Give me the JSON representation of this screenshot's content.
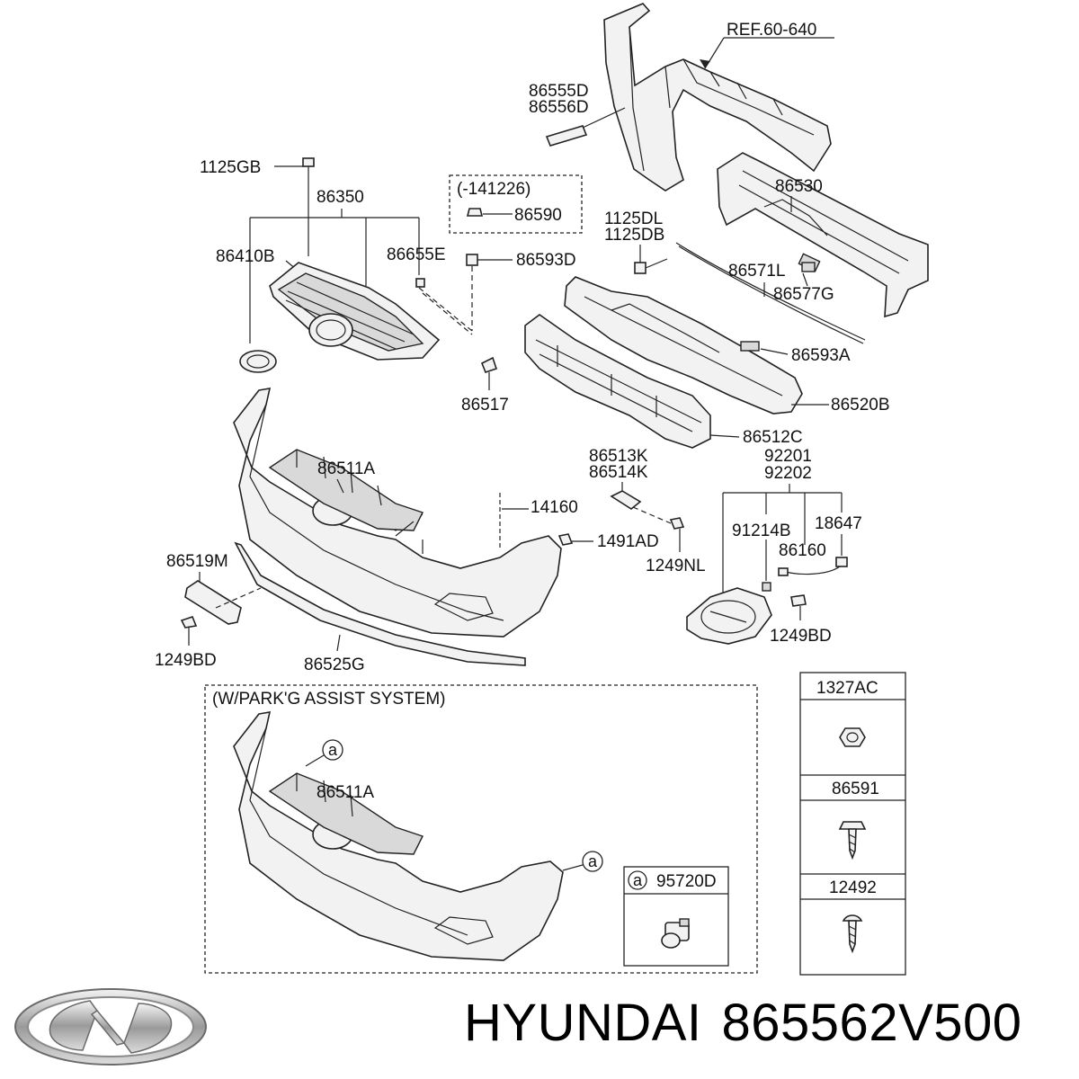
{
  "diagram": {
    "ref_label": "REF.60-640",
    "labels": {
      "p86555D": "86555D",
      "p86556D": "86556D",
      "p1125GB": "1125GB",
      "p86350": "86350",
      "date_range": "(-141226)",
      "p86590": "86590",
      "p1125DL": "1125DL",
      "p1125DB": "1125DB",
      "p86530": "86530",
      "p86410B": "86410B",
      "p86655E": "86655E",
      "p86593D": "86593D",
      "p86571L": "86571L",
      "p86577G": "86577G",
      "p86593A": "86593A",
      "p86517": "86517",
      "p86520B": "86520B",
      "p86512C": "86512C",
      "p86511A": "86511A",
      "p86513K": "86513K",
      "p86514K": "86514K",
      "p92201": "92201",
      "p92202": "92202",
      "p14160": "14160",
      "p91214B": "91214B",
      "p18647": "18647",
      "p1491AD": "1491AD",
      "p86160": "86160",
      "p1249NL": "1249NL",
      "p86519M": "86519M",
      "p1249BD_left": "1249BD",
      "p1249BD_right": "1249BD",
      "p86525G": "86525G",
      "inset_title": "(W/PARK'G ASSIST SYSTEM)",
      "inset_86511A": "86511A",
      "callout_a": "a",
      "sensor_box_a": "a",
      "sensor_part": "95720D"
    },
    "fastener_table": [
      "1327AC",
      "86591",
      "12492"
    ]
  },
  "footer": {
    "brand": "HYUNDAI",
    "part_number": "865562V500"
  }
}
